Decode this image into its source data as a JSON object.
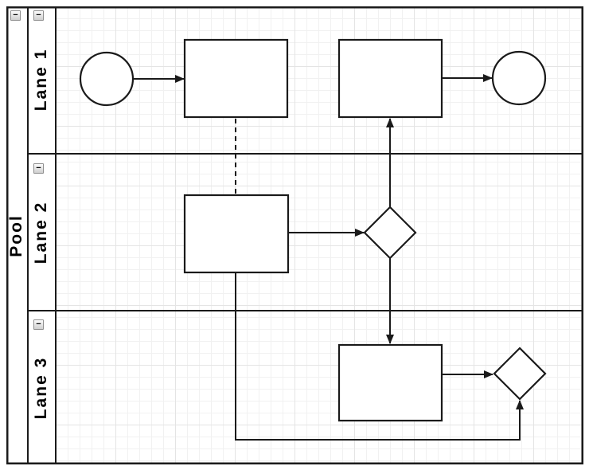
{
  "pool": {
    "label": "Pool",
    "collapse_icon": "minus-icon",
    "collapse_glyph": "−"
  },
  "lanes": [
    {
      "label": "Lane 1",
      "collapse_icon": "minus-icon",
      "collapse_glyph": "−"
    },
    {
      "label": "Lane 2",
      "collapse_icon": "minus-icon",
      "collapse_glyph": "−"
    },
    {
      "label": "Lane 3",
      "collapse_icon": "minus-icon",
      "collapse_glyph": "−"
    }
  ],
  "diagram": {
    "nodes": [
      {
        "id": "start-event",
        "shape": "circle",
        "lane": "Lane 1",
        "label": ""
      },
      {
        "id": "task-1",
        "shape": "rectangle",
        "lane": "Lane 1",
        "label": ""
      },
      {
        "id": "task-2",
        "shape": "rectangle",
        "lane": "Lane 1",
        "label": ""
      },
      {
        "id": "end-event",
        "shape": "circle",
        "lane": "Lane 1",
        "label": ""
      },
      {
        "id": "task-3",
        "shape": "rectangle",
        "lane": "Lane 2",
        "label": ""
      },
      {
        "id": "gateway-1",
        "shape": "diamond",
        "lane": "Lane 2",
        "label": ""
      },
      {
        "id": "task-4",
        "shape": "rectangle",
        "lane": "Lane 3",
        "label": ""
      },
      {
        "id": "gateway-2",
        "shape": "diamond",
        "lane": "Lane 3",
        "label": ""
      }
    ],
    "edges": [
      {
        "from": "start-event",
        "to": "task-1",
        "style": "solid-arrow"
      },
      {
        "from": "task-1",
        "to": "task-3",
        "style": "dashed-no-arrow"
      },
      {
        "from": "task-3",
        "to": "gateway-1",
        "style": "solid-arrow"
      },
      {
        "from": "gateway-1",
        "to": "task-2",
        "style": "solid-arrow"
      },
      {
        "from": "task-2",
        "to": "end-event",
        "style": "solid-arrow"
      },
      {
        "from": "gateway-1",
        "to": "task-4",
        "style": "solid-arrow"
      },
      {
        "from": "task-4",
        "to": "gateway-2",
        "style": "solid-arrow"
      },
      {
        "from": "task-3",
        "to": "gateway-2",
        "style": "solid-arrow-orthogonal"
      }
    ]
  },
  "colors": {
    "stroke": "#1a1a1a",
    "shape_fill": "#ffffff",
    "canvas_bg": "#ffffff",
    "grid_minor": "#f1f1f1",
    "grid_major": "#e4e4e4"
  }
}
